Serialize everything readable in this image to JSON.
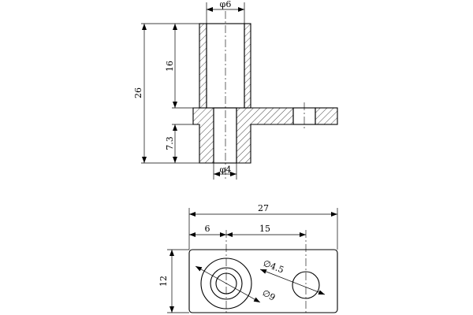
{
  "dimensions": {
    "top_bore_diameter": "φ6",
    "upper_height": "16",
    "total_height": "26",
    "lower_height": "7.3",
    "bottom_bore_diameter": "φ4",
    "plate_length": "27",
    "hole_offset": "6",
    "hole_spacing": "15",
    "plate_width": "12",
    "small_hole_diameter": "∅4.5",
    "large_hole_diameter": "∅9"
  },
  "colors": {
    "line": "#000000",
    "background": "#ffffff"
  }
}
